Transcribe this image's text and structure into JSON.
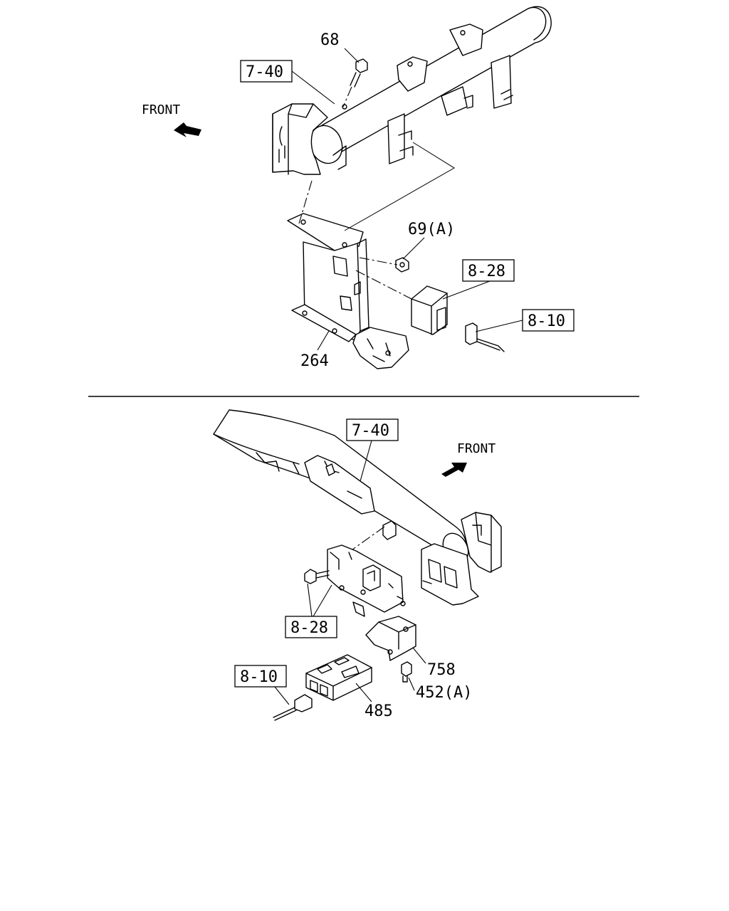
{
  "upper": {
    "front_label": "FRONT",
    "callouts": {
      "bolt": "68",
      "crossmember_ref": "7-40",
      "nut": "69(A)",
      "module_ref": "8-28",
      "harness_ref": "8-10",
      "bracket": "264"
    }
  },
  "lower": {
    "front_label": "FRONT",
    "callouts": {
      "crossmember_ref": "7-40",
      "bracket_ref": "8-28",
      "harness_ref": "8-10",
      "cover": "758",
      "screw": "452(A)",
      "module": "485"
    }
  }
}
